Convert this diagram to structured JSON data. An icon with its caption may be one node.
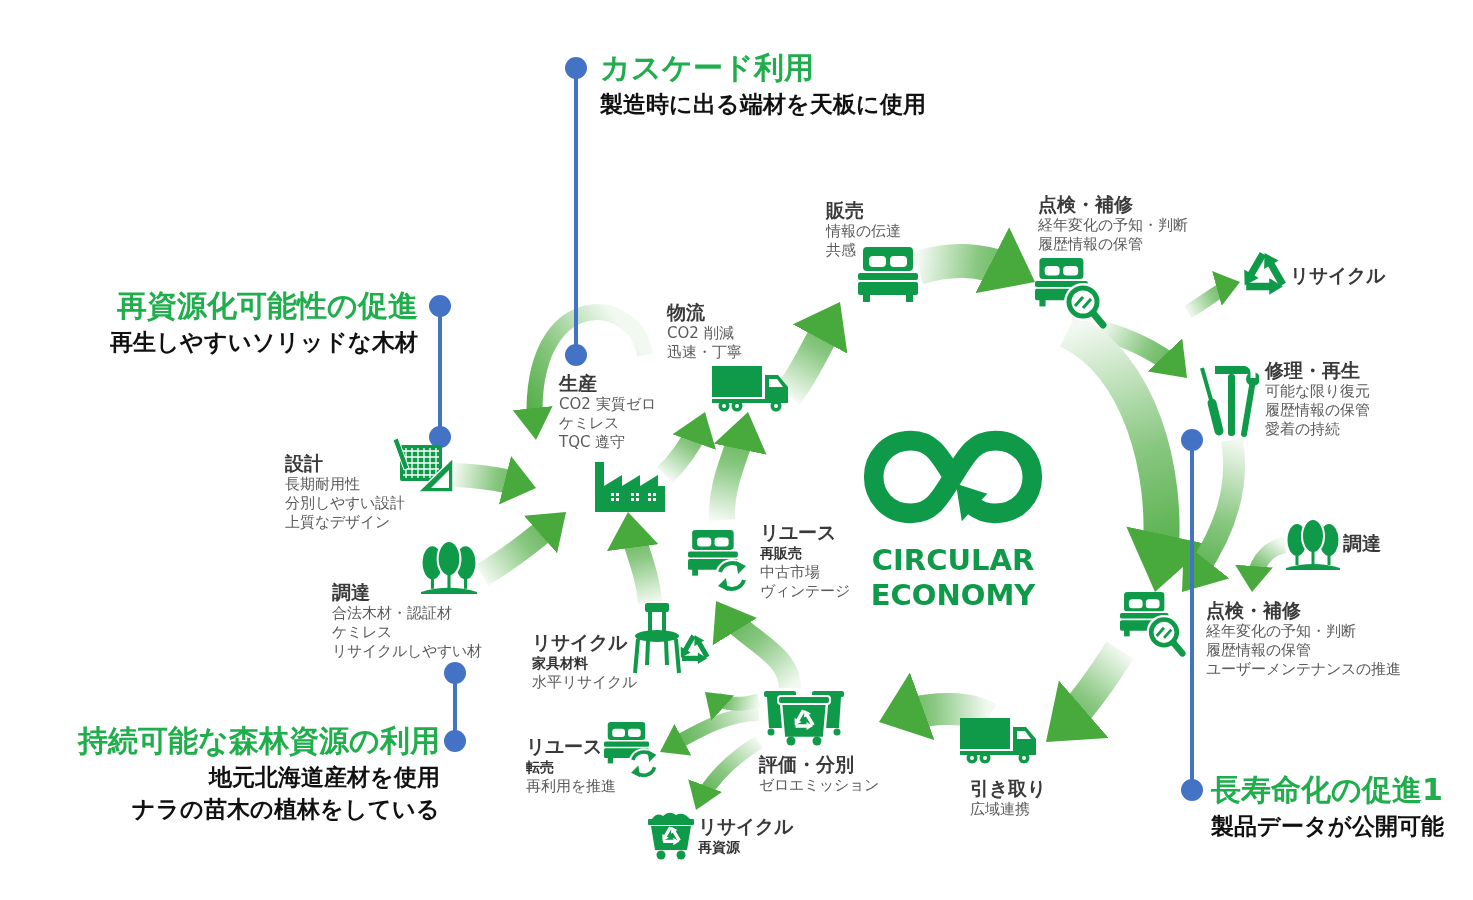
{
  "diagram": {
    "nodes": [
      {
        "text": [
          "販売",
          "情報の伝達",
          "共感"
        ]
      },
      {
        "text": [
          "点検・補修",
          "経年変化の予知・判断",
          "履歴情報の保管"
        ]
      },
      {
        "text": [
          "リサイクル"
        ]
      },
      {
        "text": [
          "修理・再生",
          "可能な限り復元",
          "履歴情報の保管",
          "愛着の持続"
        ]
      },
      {
        "text": [
          "調達"
        ]
      },
      {
        "text": [
          "点検・補修",
          "経年変化の予知・判断",
          "履歴情報の保管",
          "ユーザーメンテナンスの推進"
        ]
      },
      {
        "text": [
          "引き取り",
          "広域連携"
        ]
      },
      {
        "text": [
          "評価・分別",
          "ゼロエミッション"
        ]
      },
      {
        "text": [
          "リユース",
          "転売",
          "再利用を推進"
        ]
      },
      {
        "text": [
          "リサイクル",
          "再資源"
        ]
      },
      {
        "text": [
          "リサイクル",
          "家具材料",
          "水平リサイクル"
        ]
      },
      {
        "text": [
          "リユース",
          "再販売",
          "中古市場",
          "ヴィンテージ"
        ]
      },
      {
        "text": [
          "物流",
          "CO2 削減",
          "迅速・丁寧"
        ]
      },
      {
        "text": [
          "生産",
          "CO2 実質ゼロ",
          "ケミレス",
          "TQC 遵守"
        ]
      },
      {
        "text": [
          "設計",
          "長期耐用性",
          "分別しやすい設計",
          "上質なデザイン"
        ]
      },
      {
        "text": [
          "調達",
          "合法木材・認証材",
          "ケミレス",
          "リサイクルしやすい材"
        ]
      },
      {
        "text": [
          "カスケード利用",
          "製造時に出る端材を天板に使用"
        ]
      },
      {
        "text": [
          "再資源化可能性の促進",
          "再生しやすいソリッドな木材"
        ]
      },
      {
        "text": [
          "持続可能な森林資源の利用",
          "地元北海道産材を使用",
          "ナラの苗木の植林をしている"
        ]
      },
      {
        "text": [
          "長寿命化の促進1",
          "製品データが公開可能"
        ]
      }
    ],
    "edges": [
      {
        "from": 12,
        "to": 0,
        "arrow": "to"
      },
      {
        "from": 0,
        "to": 1,
        "arrow": "to"
      },
      {
        "from": 1,
        "to": 2,
        "arrow": "to"
      },
      {
        "from": 1,
        "to": 3,
        "arrow": "to"
      },
      {
        "from": 1,
        "to": 5,
        "arrow": "to"
      },
      {
        "from": 3,
        "to": 5,
        "arrow": "to"
      },
      {
        "from": 4,
        "to": 5,
        "arrow": "to"
      },
      {
        "from": 5,
        "to": 6,
        "arrow": "to"
      },
      {
        "from": 6,
        "to": 7,
        "arrow": "to"
      },
      {
        "from": 7,
        "to": 8,
        "arrow": "to"
      },
      {
        "from": 7,
        "to": 9,
        "arrow": "to"
      },
      {
        "from": 7,
        "to": 10,
        "arrow": "to"
      },
      {
        "from": 7,
        "to": 11,
        "arrow": "to"
      },
      {
        "from": 10,
        "to": 13,
        "arrow": "to"
      },
      {
        "from": 11,
        "to": 12,
        "arrow": "to"
      },
      {
        "from": 13,
        "to": 12,
        "arrow": "to"
      },
      {
        "from": 13,
        "to": 13,
        "arrow": "to"
      },
      {
        "from": 14,
        "to": 13,
        "arrow": "to"
      },
      {
        "from": 15,
        "to": 13,
        "arrow": "to"
      },
      {
        "from": 16,
        "to": 13,
        "arrow": "other",
        "color": "#4472c4"
      },
      {
        "from": 17,
        "to": 14,
        "arrow": "other",
        "color": "#4472c4"
      },
      {
        "from": 18,
        "to": 15,
        "arrow": "other",
        "color": "#4472c4"
      },
      {
        "from": 19,
        "to": 3,
        "arrow": "other",
        "color": "#4472c4"
      }
    ],
    "labels": [
      "CIRCULAR ECONOMY"
    ]
  }
}
